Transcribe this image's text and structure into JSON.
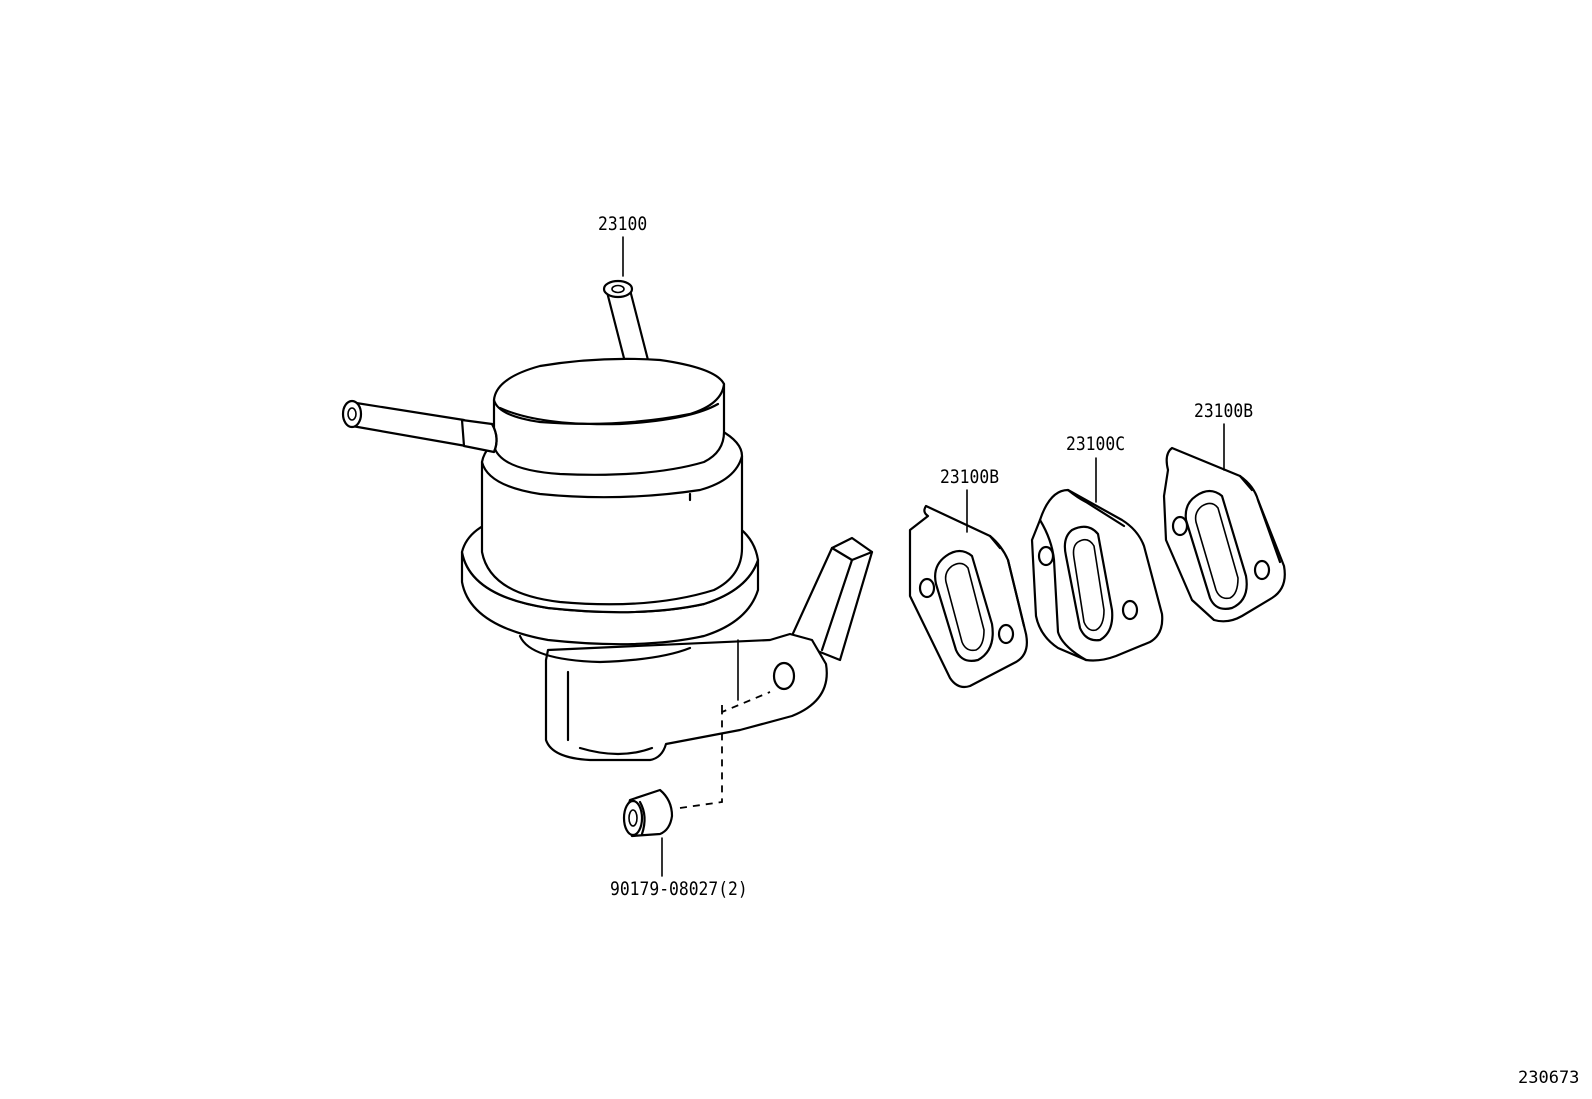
{
  "callouts": {
    "pump": "23100",
    "gasket_left": "23100B",
    "insulator": "23100C",
    "gasket_right": "23100B",
    "bolt": "90179-08027(2)"
  },
  "illustration_id": "230673"
}
